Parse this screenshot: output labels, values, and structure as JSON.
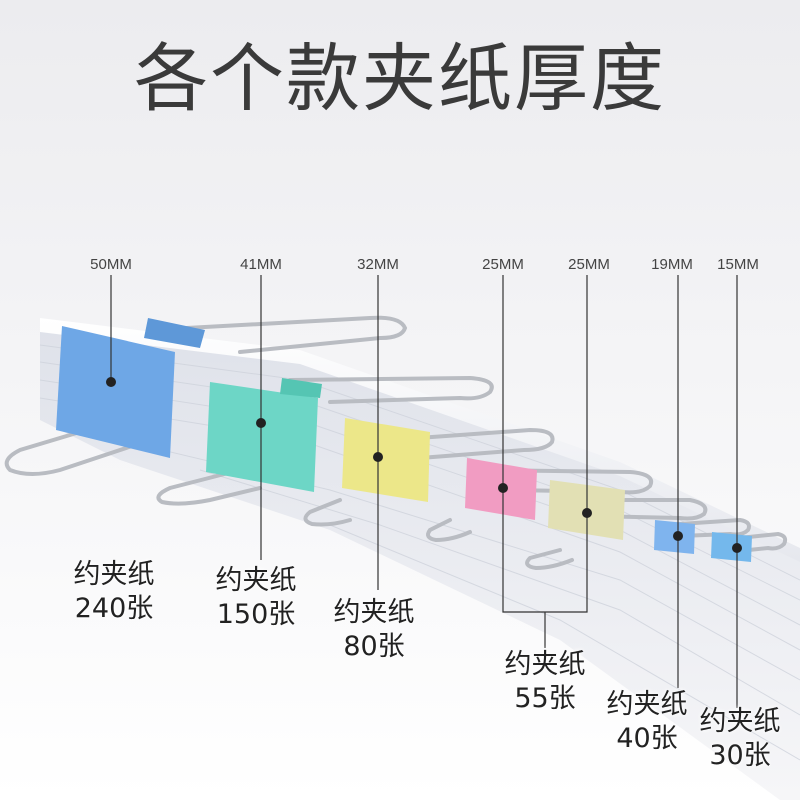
{
  "title": "各个款夹纸厚度",
  "clips": [
    {
      "size": "50MM",
      "capacity_line1": "约夹纸",
      "capacity_line2": "240张",
      "color": "#6ea7e6"
    },
    {
      "size": "41MM",
      "capacity_line1": "约夹纸",
      "capacity_line2": "150张",
      "color": "#6dd6c6"
    },
    {
      "size": "32MM",
      "capacity_line1": "约夹纸",
      "capacity_line2": "80张",
      "color": "#ece789"
    },
    {
      "size": "25MM",
      "capacity_line1": "约夹纸",
      "capacity_line2": "55张",
      "color": "#f19cc2"
    },
    {
      "size": "25MM",
      "color": "#e2e0b4"
    },
    {
      "size": "19MM",
      "capacity_line1": "约夹纸",
      "capacity_line2": "40张",
      "color": "#7fb4ee"
    },
    {
      "size": "15MM",
      "capacity_line1": "约夹纸",
      "capacity_line2": "30张",
      "color": "#74b8ec"
    }
  ]
}
